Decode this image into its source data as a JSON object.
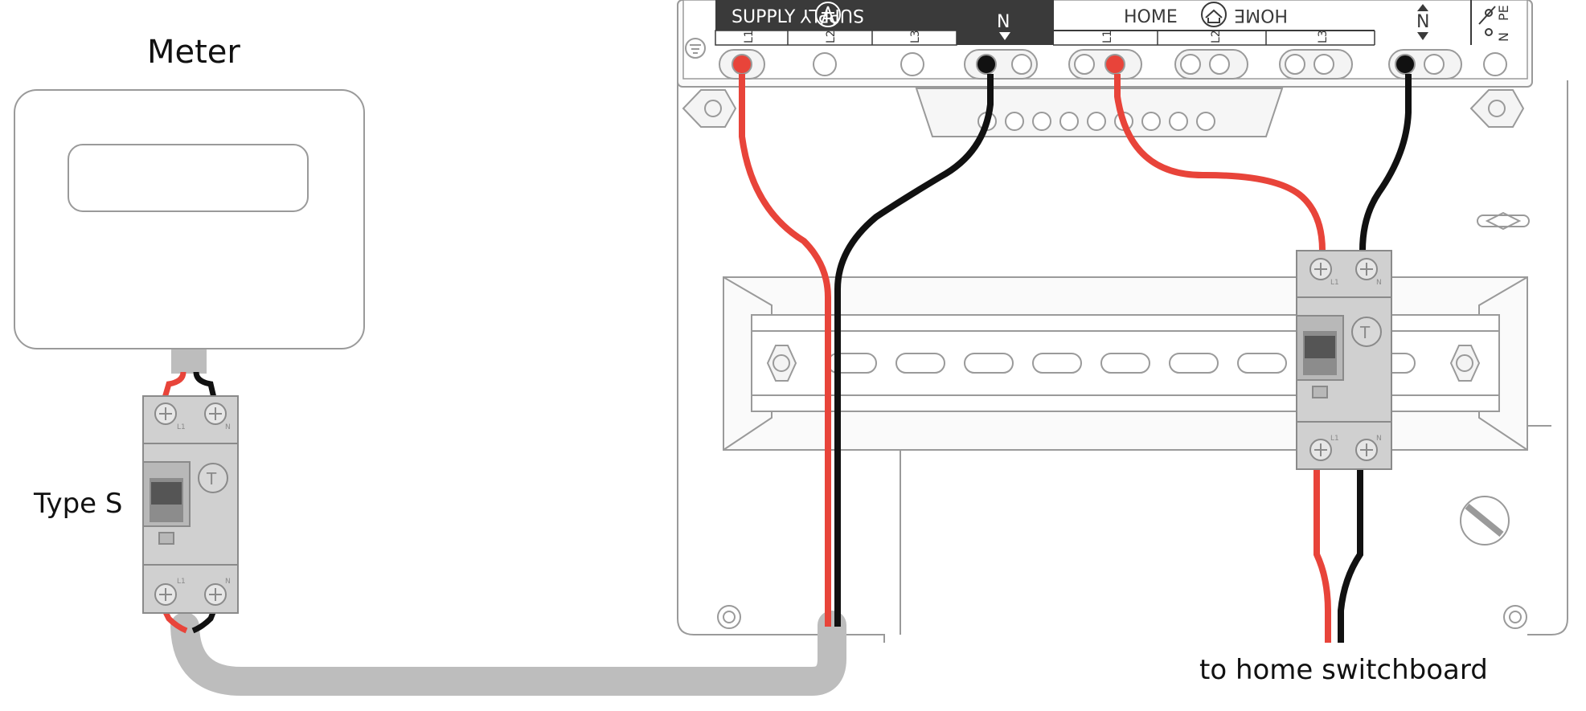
{
  "labels": {
    "meter": "Meter",
    "breaker_type": "Type S",
    "destination": "to home switchboard"
  },
  "terminal_block": {
    "supply_label": "SUPPLY",
    "supply_label_mirrored": "SUPPLY",
    "neutral_label": "N",
    "home_label": "HOME",
    "home_label_mirrored": "HOME",
    "supply_phases": [
      "L1",
      "L2",
      "L3"
    ],
    "home_phases": [
      "L1",
      "L2",
      "L3"
    ],
    "neutral_right_label": "N",
    "earth_labels": [
      "N",
      "PE"
    ]
  },
  "breaker_terminals": {
    "top": [
      "L1",
      "N"
    ],
    "bottom": [
      "L1",
      "N"
    ],
    "test_button": "T"
  },
  "colors": {
    "live_wire": "#e8443a",
    "neutral_wire": "#111111",
    "cable_sheath": "#bdbdbd",
    "outline": "#9a9a9a",
    "header_dark": "#3a3a3a",
    "breaker_body": "#d0d0d0"
  },
  "icons": [
    "supply-pylon-icon",
    "home-solar-icon",
    "earth-symbol-icon",
    "screw-icon",
    "nut-icon",
    "cable-gland-icon"
  ]
}
